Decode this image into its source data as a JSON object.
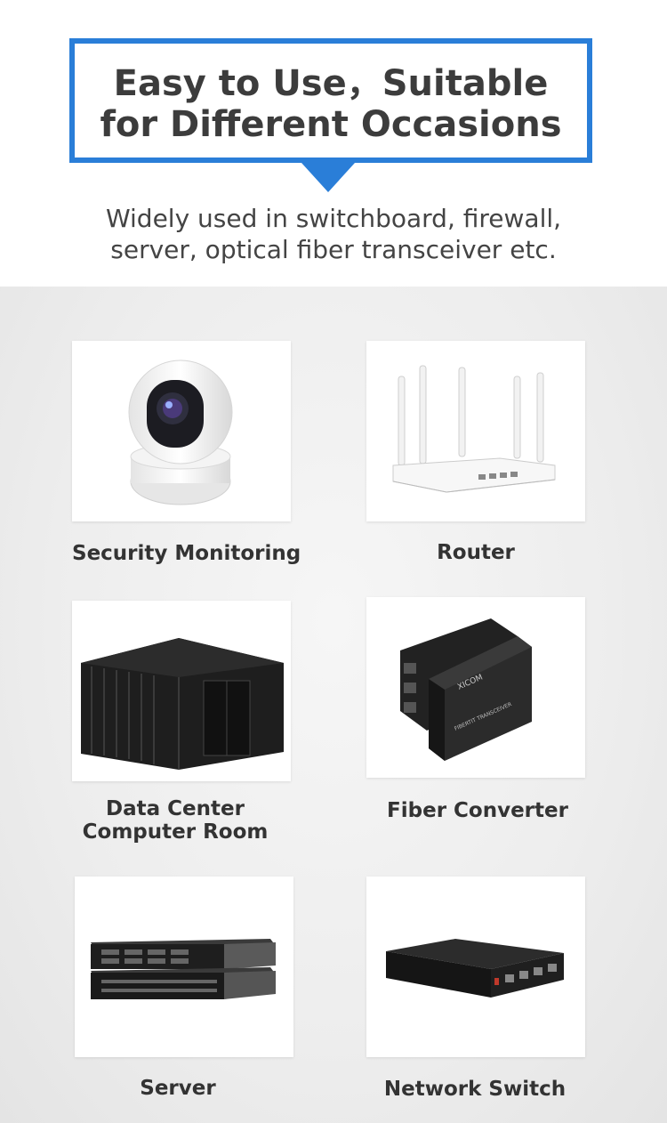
{
  "header": {
    "title_line1": "Easy to Use，Suitable",
    "title_line2": "for Different Occasions",
    "subtitle_line1": "Widely used in switchboard, firewall,",
    "subtitle_line2": "server, optical fiber transceiver etc.",
    "accent_color": "#2a7ed8"
  },
  "products": [
    {
      "label": "Security Monitoring",
      "icon": "security-camera-icon"
    },
    {
      "label": "Router",
      "icon": "router-icon"
    },
    {
      "label_line1": "Data Center",
      "label_line2": "Computer Room",
      "icon": "data-center-icon"
    },
    {
      "label": "Fiber Converter",
      "icon": "fiber-converter-icon",
      "brand": "XICOM",
      "device_text": "FIBERTIT TRANSCEIVER"
    },
    {
      "label": "Server",
      "icon": "server-rack-icon"
    },
    {
      "label": "Network Switch",
      "icon": "network-switch-icon"
    }
  ]
}
